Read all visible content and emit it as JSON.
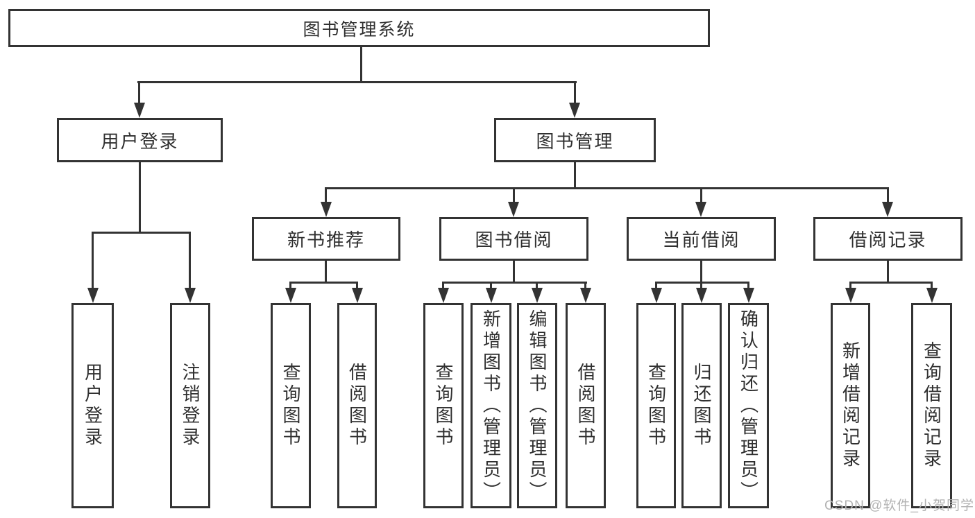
{
  "diagram": {
    "title": "图书管理系统",
    "watermark": "CSDN @软件_小贺同学",
    "colors": {
      "line": "#333333",
      "text": "#2f2f2f",
      "box_background": "#ffffff",
      "watermark": "#b2b2b2"
    },
    "nodes": {
      "root": {
        "label": "图书管理系统"
      },
      "user_login": {
        "label": "用户登录"
      },
      "book_mgmt": {
        "label": "图书管理"
      },
      "new_books": {
        "label": "新书推荐"
      },
      "book_borrow": {
        "label": "图书借阅"
      },
      "current_borrow": {
        "label": "当前借阅"
      },
      "borrow_records": {
        "label": "借阅记录"
      },
      "leaf_user_login": {
        "label": "用户登录"
      },
      "leaf_logout": {
        "label": "注销登录"
      },
      "leaf_nb_query": {
        "label": "查询图书"
      },
      "leaf_nb_borrow": {
        "label": "借阅图书"
      },
      "leaf_bb_query": {
        "label": "查询图书"
      },
      "leaf_bb_add": {
        "label": "新增图书（管理员）"
      },
      "leaf_bb_edit": {
        "label": "编辑图书（管理员）"
      },
      "leaf_bb_borrow": {
        "label": "借阅图书"
      },
      "leaf_cb_query": {
        "label": "查询图书"
      },
      "leaf_cb_return": {
        "label": "归还图书"
      },
      "leaf_cb_confirm": {
        "label": "确认归还（管理员）"
      },
      "leaf_br_add": {
        "label": "新增借阅记录"
      },
      "leaf_br_query": {
        "label": "查询借阅记录"
      }
    },
    "edges": [
      "root->user_login",
      "root->book_mgmt",
      "user_login->leaf_user_login",
      "user_login->leaf_logout",
      "book_mgmt->new_books",
      "book_mgmt->book_borrow",
      "book_mgmt->current_borrow",
      "book_mgmt->borrow_records",
      "new_books->leaf_nb_query",
      "new_books->leaf_nb_borrow",
      "book_borrow->leaf_bb_query",
      "book_borrow->leaf_bb_add",
      "book_borrow->leaf_bb_edit",
      "book_borrow->leaf_bb_borrow",
      "current_borrow->leaf_cb_query",
      "current_borrow->leaf_cb_return",
      "current_borrow->leaf_cb_confirm",
      "borrow_records->leaf_br_add",
      "borrow_records->leaf_br_query"
    ]
  }
}
